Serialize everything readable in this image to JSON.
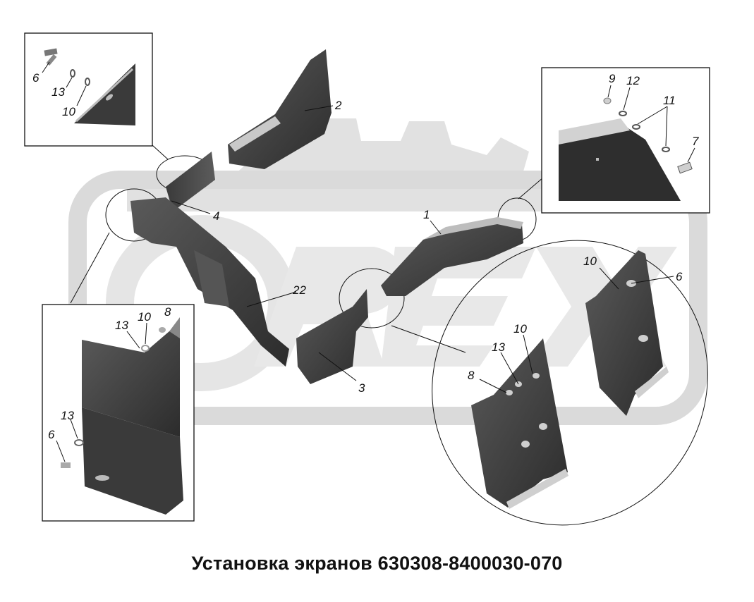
{
  "caption": "Установка экранов 630308-8400030-070",
  "watermark": "REX",
  "callouts": {
    "c1": "1",
    "c2": "2",
    "c3": "3",
    "c4": "4",
    "c22": "22",
    "tl_6": "6",
    "tl_13": "13",
    "tl_10": "10",
    "tr_9": "9",
    "tr_12": "12",
    "tr_11": "11",
    "tr_7": "7",
    "bl_13a": "13",
    "bl_10": "10",
    "bl_8": "8",
    "bl_13b": "13",
    "bl_6": "6",
    "br_10a": "10",
    "br_6": "6",
    "br_10b": "10",
    "br_13": "13",
    "br_8": "8"
  },
  "colors": {
    "part": "#4a4a4a",
    "part_dark": "#2e2e2e",
    "part_light": "#bdbdbd",
    "watermark": "#d9d9d9",
    "line": "#111111"
  }
}
